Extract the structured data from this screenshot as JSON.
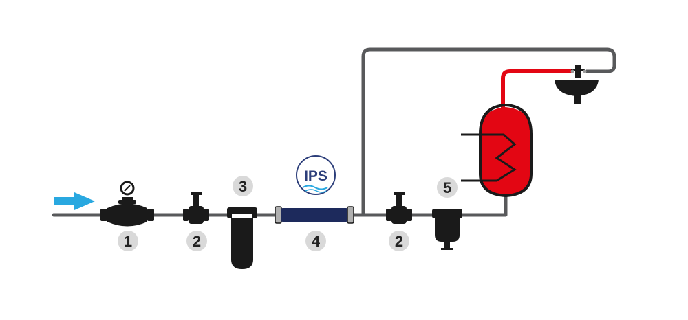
{
  "colors": {
    "pipe": "#58595b",
    "hot_pipe": "#e30613",
    "flow_arrow": "#29a8e0",
    "body_dark": "#1a1a1a",
    "uv_blue": "#1d2a5c",
    "badge_bg": "#d9d9d9",
    "logo_blue": "#2c3e7a"
  },
  "diagram": {
    "flow_direction_icon": "arrow-right-icon",
    "components": [
      {
        "id": "c1",
        "icon": "water-meter-icon",
        "badge": "1"
      },
      {
        "id": "c2a",
        "icon": "valve-icon",
        "badge": "2"
      },
      {
        "id": "c3",
        "icon": "filter-housing-icon",
        "badge": "3"
      },
      {
        "id": "c4",
        "icon": "ips-unit-icon",
        "badge": "4"
      },
      {
        "id": "c2b",
        "icon": "valve-icon",
        "badge": "2"
      },
      {
        "id": "c5",
        "icon": "sediment-filter-icon",
        "badge": "5"
      },
      {
        "id": "c6",
        "icon": "water-heater-icon",
        "badge": ""
      },
      {
        "id": "c7",
        "icon": "sink-faucet-icon",
        "badge": ""
      }
    ],
    "logo": {
      "text": "IPS"
    }
  }
}
